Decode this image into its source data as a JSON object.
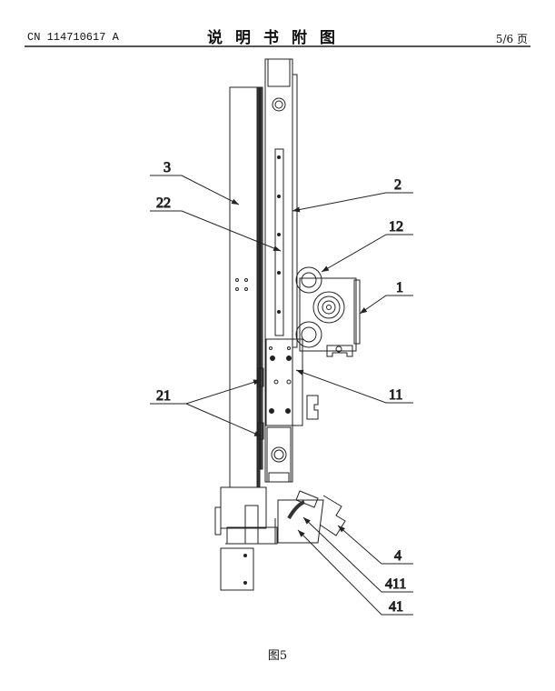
{
  "header": {
    "publication_number": "CN 114710617 A",
    "title": "说明书附图",
    "page": "5/6 页"
  },
  "figure": {
    "caption": "图5",
    "labels": [
      "3",
      "22",
      "2",
      "12",
      "1",
      "21",
      "11",
      "4",
      "411",
      "41"
    ]
  }
}
